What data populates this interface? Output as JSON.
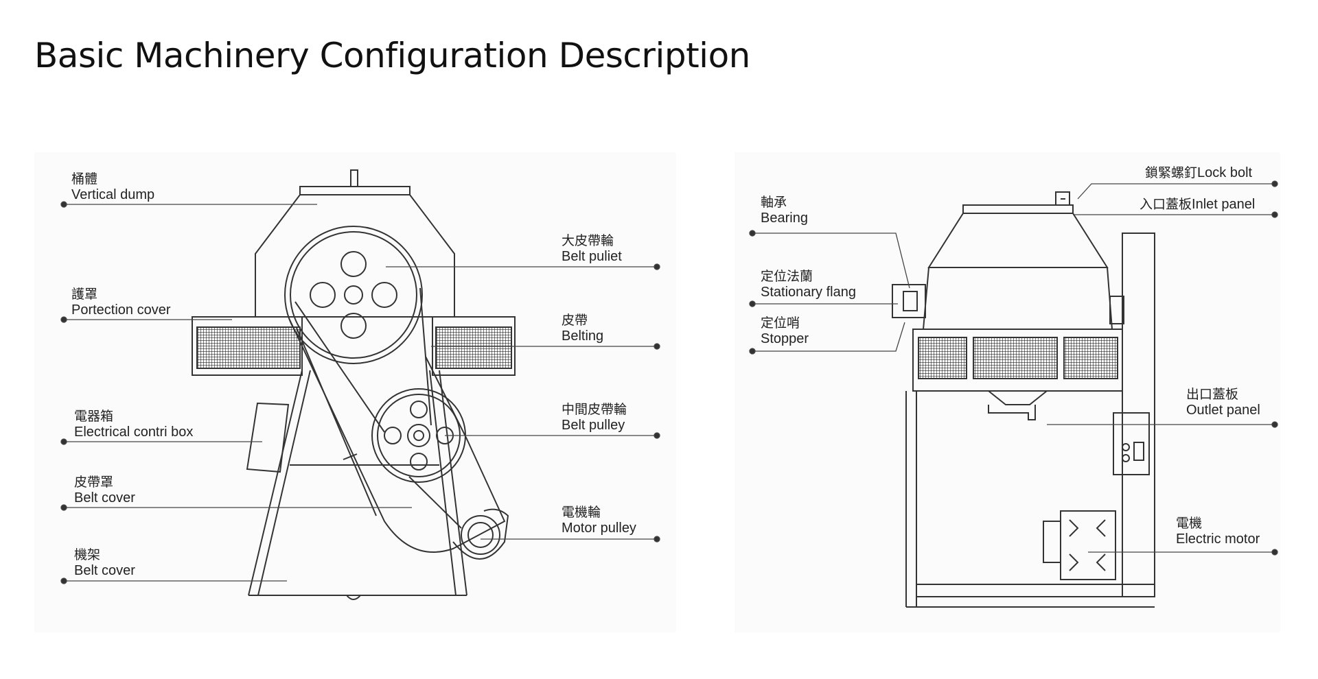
{
  "title": "Basic Machinery Configuration Description",
  "left_diagram": {
    "labels": [
      {
        "zh": "桶體",
        "en": "Vertical dump"
      },
      {
        "zh": "護罩",
        "en": "Portection cover"
      },
      {
        "zh": "電器箱",
        "en": "Electrical contri box"
      },
      {
        "zh": "皮帶罩",
        "en": "Belt cover"
      },
      {
        "zh": "機架",
        "en": "Belt cover"
      },
      {
        "zh": "大皮帶輪",
        "en": "Belt puliet"
      },
      {
        "zh": "皮帶",
        "en": "Belting"
      },
      {
        "zh": "中間皮帶輪",
        "en": "Belt pulley"
      },
      {
        "zh": "電機輪",
        "en": "Motor pulley"
      }
    ]
  },
  "right_diagram": {
    "labels": [
      {
        "zh": "軸承",
        "en": "Bearing"
      },
      {
        "zh": "定位法蘭",
        "en": "Stationary flang"
      },
      {
        "zh": "定位哨",
        "en": "Stopper"
      },
      {
        "zh": "鎖緊螺釘",
        "en": "Lock bolt"
      },
      {
        "zh": "入口蓋板",
        "en": "Inlet panel"
      },
      {
        "zh": "出口蓋板",
        "en": "Outlet panel"
      },
      {
        "zh": "電機",
        "en": "Electric motor"
      }
    ]
  },
  "colors": {
    "line": "#333333",
    "background": "#ffffff",
    "panel_bg": "#fbfbfb"
  }
}
